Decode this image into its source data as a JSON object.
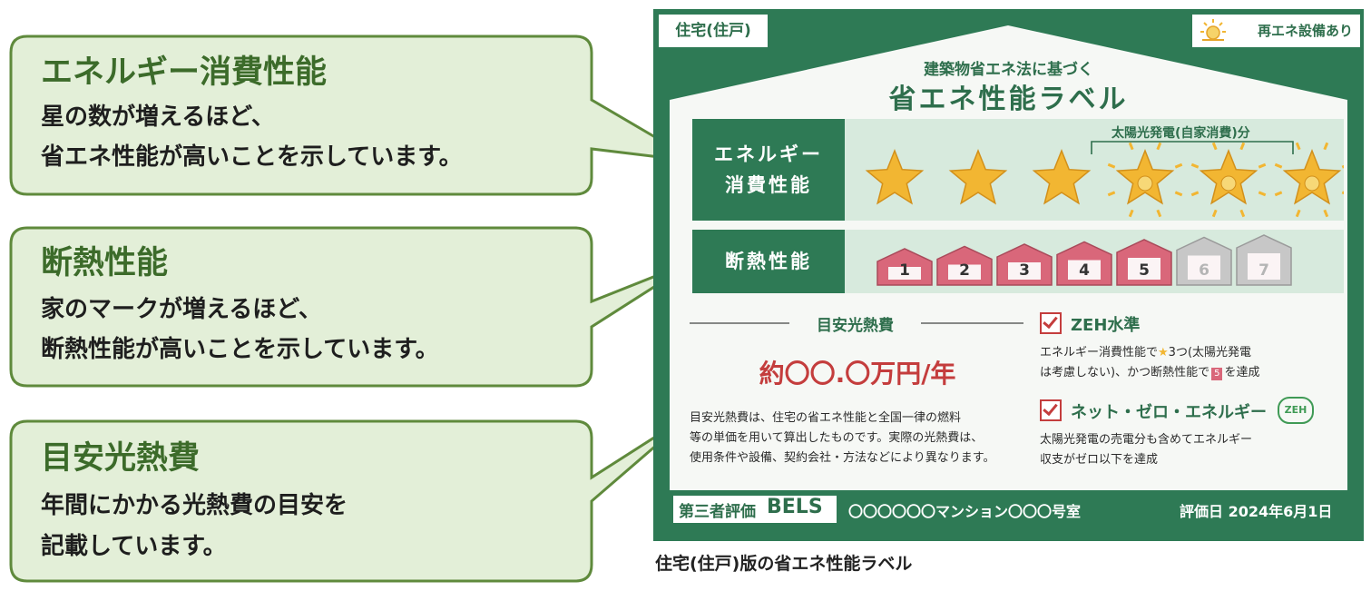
{
  "callouts": [
    {
      "title": "エネルギー消費性能",
      "lines": [
        "星の数が増えるほど、",
        "省エネ性能が高いことを示しています。"
      ]
    },
    {
      "title": "断熱性能",
      "lines": [
        "家のマークが増えるほど、",
        "断熱性能が高いことを示しています。"
      ]
    },
    {
      "title": "目安光熱費",
      "lines": [
        "年間にかかる光熱費の目安を",
        "記載しています。"
      ]
    }
  ],
  "label": {
    "housing_tag": "住宅(住戸)",
    "renewable_tag": "再エネ設備あり",
    "heading_small": "建築物省エネ法に基づく",
    "heading_large": "省エネ性能ラベル",
    "energy_row_label": "エネルギー\n消費性能",
    "solar_bracket_label": "太陽光発電(自家消費)分",
    "energy_stars_total": 6,
    "energy_stars_solid": 3,
    "insulation_row_label": "断熱性能",
    "insulation_houses": [
      "1",
      "2",
      "3",
      "4",
      "5",
      "6",
      "7"
    ],
    "insulation_level": 5,
    "cost_title": "目安光熱費",
    "cost_value": "約〇〇.〇万円/年",
    "cost_note": [
      "目安光熱費は、住宅の省エネ性能と全国一律の燃料",
      "等の単価を用いて算出したものです。実際の光熱費は、",
      "使用条件や設備、契約会社・方法などにより異なります。"
    ],
    "zeh_standard_title": "ZEH水準",
    "zeh_standard_desc": [
      "エネルギー消費性能で",
      "3つ(太陽光発電",
      "は考慮しない)、かつ断熱性能で",
      "を達成"
    ],
    "zeh_standard_house_num": "5",
    "net_zero_title": "ネット・ゼロ・エネルギー",
    "net_zero_badge": "ZEH",
    "net_zero_desc": [
      "太陽光発電の売電分も含めてエネルギー",
      "収支がゼロ以下を達成"
    ],
    "footer_evaluator": "第三者評価",
    "footer_bels": "BELS",
    "footer_property": "〇〇〇〇〇〇マンション〇〇〇号室",
    "footer_date": "評価日 2024年6月1日"
  },
  "caption": "住宅(住戸)版の省エネ性能ラベル",
  "colors": {
    "callout_fill": "#e3efd8",
    "callout_border": "#5f8a3c",
    "label_green": "#2e7a55",
    "star_gold": "#f2b632",
    "house_pink": "#d9677a"
  }
}
